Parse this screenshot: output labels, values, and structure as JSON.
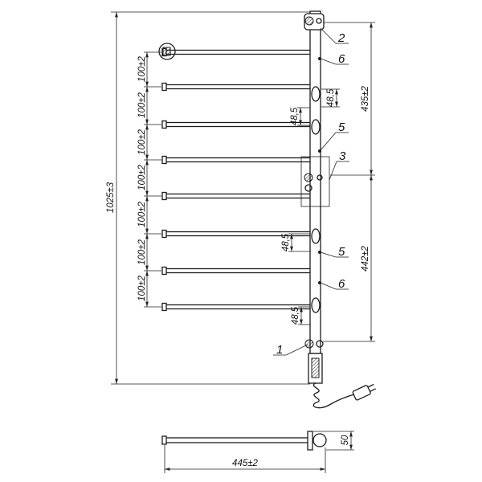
{
  "callouts": {
    "bracket_top": "2",
    "mount_top": "6",
    "junction_upper": "5",
    "detail_box": "3",
    "junction_lower": "5",
    "mount_lower": "6",
    "heater": "1"
  },
  "dimensions": {
    "overall_height": "1025±3",
    "rod_spacing": [
      "100±2",
      "100±2",
      "100±2",
      "100±2",
      "100±2",
      "100±2",
      "100±2"
    ],
    "upper_mount_distance": "435±2",
    "lower_mount_distance": "442±2",
    "junction_offsets": [
      "48,5",
      "48,5",
      "48,5",
      "48,5"
    ],
    "depth": "50",
    "rod_width": "445±2"
  }
}
